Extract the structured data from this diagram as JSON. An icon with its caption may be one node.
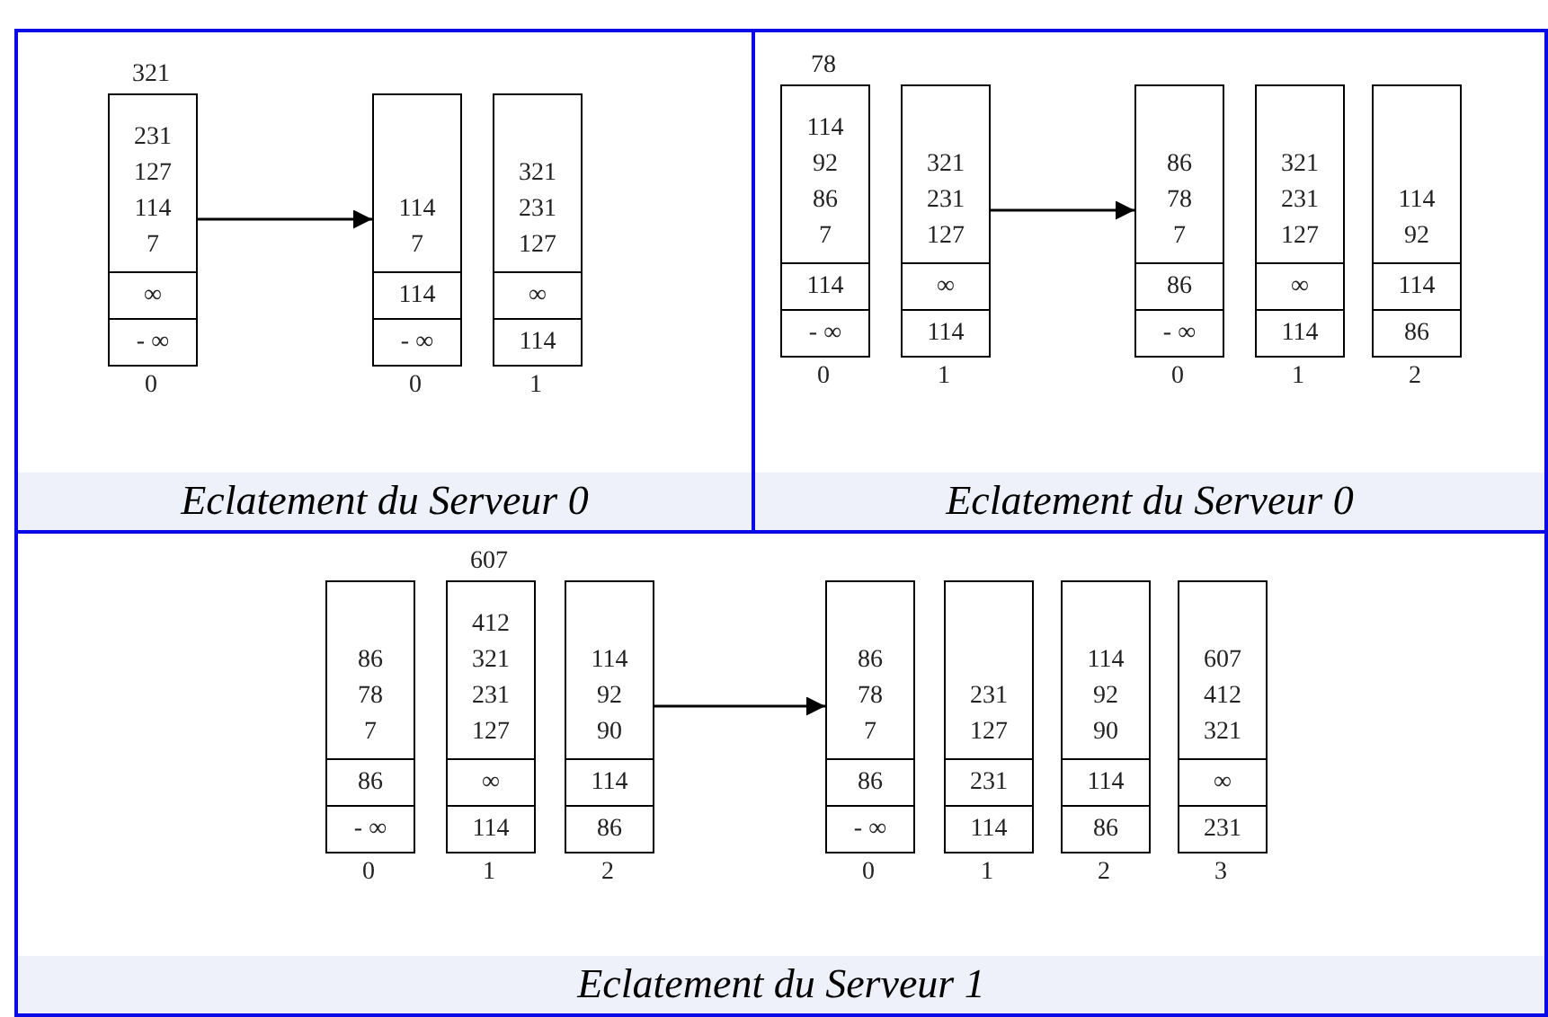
{
  "diagram": {
    "nodes": [
      {
        "text": [
          "Eclatement du Serveur 0"
        ]
      },
      {
        "text": [
          "231",
          "127",
          "114",
          "7",
          "∞",
          "- ∞"
        ],
        "beside": [
          "321",
          "0"
        ],
        "in": 0
      },
      {
        "text": [
          "114",
          "7",
          "114",
          "- ∞"
        ],
        "beside": [
          "0"
        ],
        "in": 0
      },
      {
        "text": [
          "321",
          "231",
          "127",
          "∞",
          "114"
        ],
        "beside": [
          "1"
        ],
        "in": 0
      },
      {
        "text": [
          "Eclatement du Serveur 0"
        ]
      },
      {
        "text": [
          "114",
          "92",
          "86",
          "7",
          "114",
          "- ∞"
        ],
        "beside": [
          "78",
          "0"
        ],
        "in": 4
      },
      {
        "text": [
          "321",
          "231",
          "127",
          "∞",
          "114"
        ],
        "beside": [
          "1"
        ],
        "in": 4
      },
      {
        "text": [
          "86",
          "78",
          "7",
          "86",
          "- ∞"
        ],
        "beside": [
          "0"
        ],
        "in": 4
      },
      {
        "text": [
          "321",
          "231",
          "127",
          "∞",
          "114"
        ],
        "beside": [
          "1"
        ],
        "in": 4
      },
      {
        "text": [
          "114",
          "92",
          "114",
          "86"
        ],
        "beside": [
          "2"
        ],
        "in": 4
      },
      {
        "text": [
          "Eclatement du Serveur 1"
        ]
      },
      {
        "text": [
          "86",
          "78",
          "7",
          "86",
          "- ∞"
        ],
        "beside": [
          "0"
        ],
        "in": 10
      },
      {
        "text": [
          "412",
          "321",
          "231",
          "127",
          "∞",
          "114"
        ],
        "beside": [
          "607",
          "1"
        ],
        "in": 10
      },
      {
        "text": [
          "114",
          "92",
          "90",
          "114",
          "86"
        ],
        "beside": [
          "2"
        ],
        "in": 10
      },
      {
        "text": [
          "86",
          "78",
          "7",
          "86",
          "- ∞"
        ],
        "beside": [
          "0"
        ],
        "in": 10
      },
      {
        "text": [
          "231",
          "127",
          "231",
          "114"
        ],
        "beside": [
          "1"
        ],
        "in": 10
      },
      {
        "text": [
          "114",
          "92",
          "90",
          "114",
          "86"
        ],
        "beside": [
          "2"
        ],
        "in": 10
      },
      {
        "text": [
          "607",
          "412",
          "321",
          "∞",
          "231"
        ],
        "beside": [
          "3"
        ],
        "in": 10
      }
    ],
    "edges": [
      {
        "from": 1,
        "to": 2,
        "arrow": "to"
      },
      {
        "from": 6,
        "to": 7,
        "arrow": "to"
      },
      {
        "from": 13,
        "to": 14,
        "arrow": "to"
      }
    ]
  }
}
